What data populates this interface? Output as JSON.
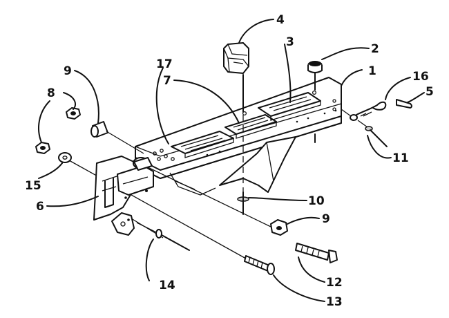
{
  "diagram": {
    "callouts": [
      {
        "id": "1",
        "label": "1"
      },
      {
        "id": "2",
        "label": "2"
      },
      {
        "id": "3",
        "label": "3"
      },
      {
        "id": "4",
        "label": "4"
      },
      {
        "id": "5",
        "label": "5"
      },
      {
        "id": "6",
        "label": "6"
      },
      {
        "id": "7",
        "label": "7"
      },
      {
        "id": "8",
        "label": "8"
      },
      {
        "id": "9a",
        "label": "9"
      },
      {
        "id": "9b",
        "label": "9"
      },
      {
        "id": "10",
        "label": "10"
      },
      {
        "id": "11",
        "label": "11"
      },
      {
        "id": "12",
        "label": "12"
      },
      {
        "id": "13",
        "label": "13"
      },
      {
        "id": "14",
        "label": "14"
      },
      {
        "id": "15",
        "label": "15"
      },
      {
        "id": "16",
        "label": "16"
      },
      {
        "id": "17",
        "label": "17"
      }
    ]
  }
}
